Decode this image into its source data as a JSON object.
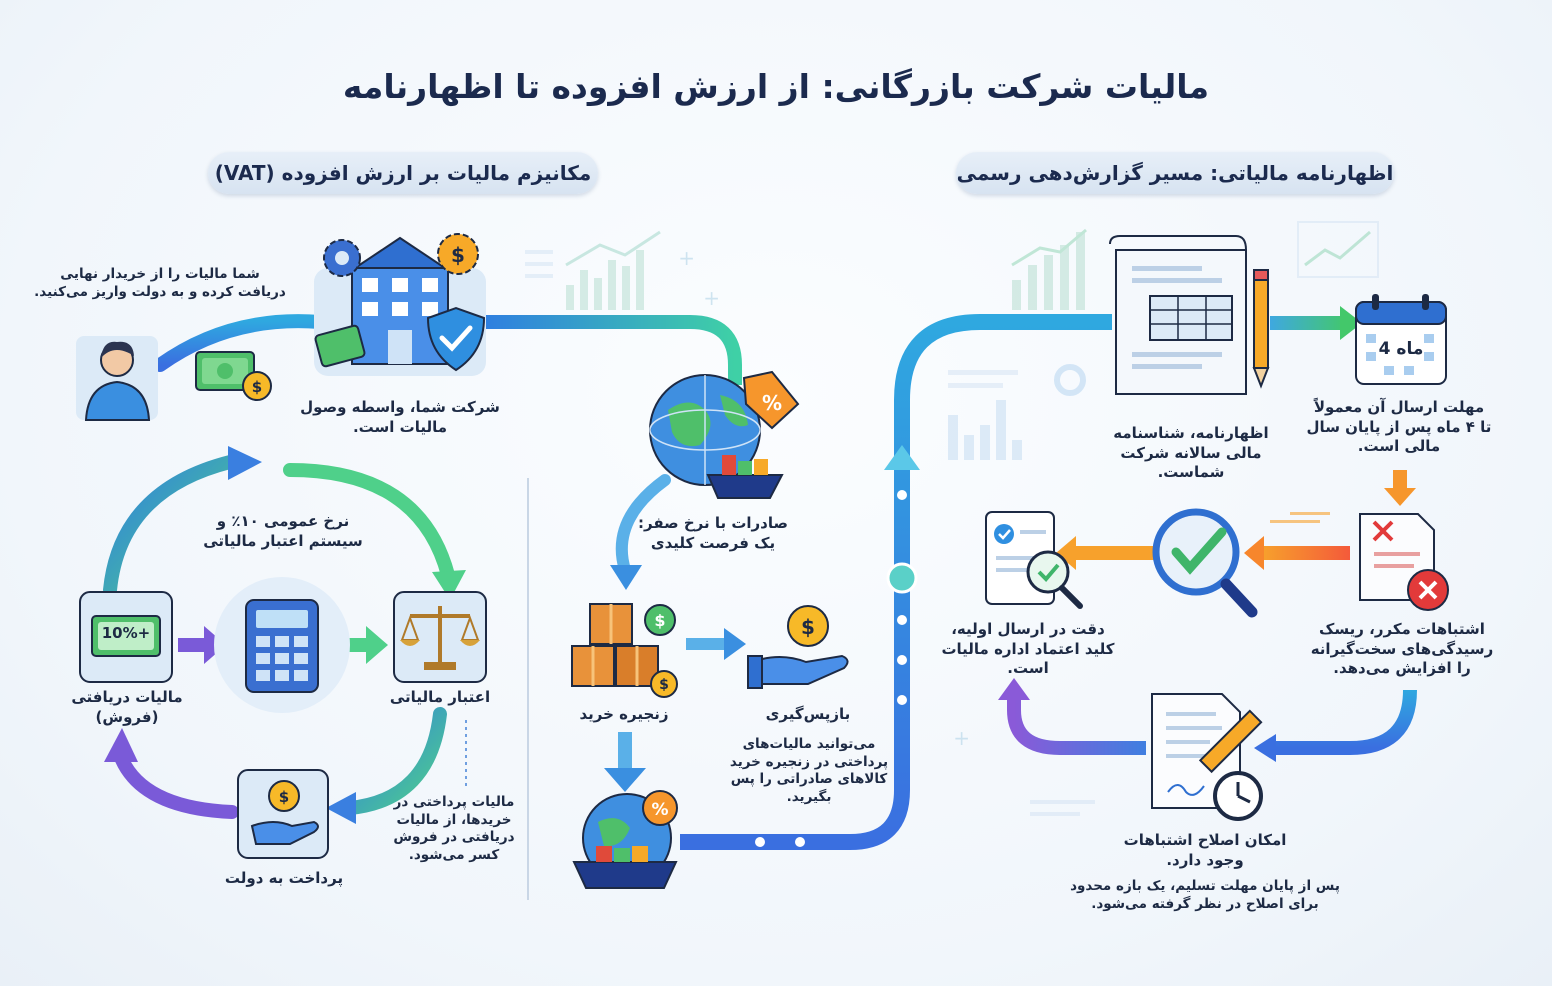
{
  "title": "مالیات شرکت بازرگانی: از ارزش افزوده تا اظهارنامه",
  "left_section": {
    "header": "مکانیزم مالیات بر ارزش افزوده (VAT)",
    "buyer_note": "شما مالیات را از خریدار نهایی دریافت کرده و به دولت واریز می‌کنید.",
    "company_label": "شرکت شما، واسطه وصول مالیات است.",
    "cycle_note": "نرخ عمومی ۱۰٪ و سیستم اعتبار مالیاتی",
    "collected_tax": "مالیات دریافتی (فروش)",
    "tax_badge": "+10%",
    "tax_credit": "اعتبار مالیاتی",
    "pay_to_gov": "پرداخت به دولت",
    "deduction_note": "مالیات پرداختی در خریدها، از مالیات دریافتی در فروش کسر می‌شود.",
    "export_note": "صادرات با نرخ صفر: یک فرصت کلیدی",
    "supply_chain": "زنجیره خرید",
    "refund_title": "بازپس‌گیری",
    "refund_note": "می‌توانید مالیات‌های پرداختی در زنجیره خرید کالاهای صادراتی را پس بگیرید."
  },
  "right_section": {
    "header": "اظهارنامه مالیاتی: مسیر گزارش‌دهی رسمی",
    "declaration_label": "اظهارنامه، شناسنامه مالی سالانه شرکت شماست.",
    "calendar_text": "ماه 4",
    "deadline_label": "مهلت ارسال آن معمولاً تا ۴ ماه پس از پایان سال مالی است.",
    "accuracy_label": "دقت در ارسال اولیه، کلید اعتماد اداره مالیات است.",
    "errors_label": "اشتباهات مکرر، ریسک رسیدگی‌های سخت‌گیرانه را افزایش می‌دهد.",
    "correction_title": "امکان اصلاح اشتباهات وجود دارد.",
    "correction_note": "پس از پایان مهلت تسلیم، یک بازه محدود برای اصلاح در نظر گرفته می‌شود."
  },
  "colors": {
    "navy": "#1b2a4e",
    "blue": "#2f7fe0",
    "teal": "#22b8c4",
    "green": "#3fc27a",
    "orange": "#f6962c",
    "purple": "#7a5ad8",
    "red": "#e23a3a"
  },
  "icons": [
    "person-icon",
    "cash-icon",
    "coin-icon",
    "building-icon",
    "gear-icon",
    "shield-check-icon",
    "globe-icon",
    "percent-tag-icon",
    "ship-icon",
    "boxes-icon",
    "hand-coin-icon",
    "tax-badge-icon",
    "calculator-icon",
    "scales-icon",
    "document-icon",
    "pencil-icon",
    "calendar-icon",
    "error-document-icon",
    "magnifier-check-icon",
    "checklist-icon",
    "clock-icon",
    "chart-icon"
  ]
}
